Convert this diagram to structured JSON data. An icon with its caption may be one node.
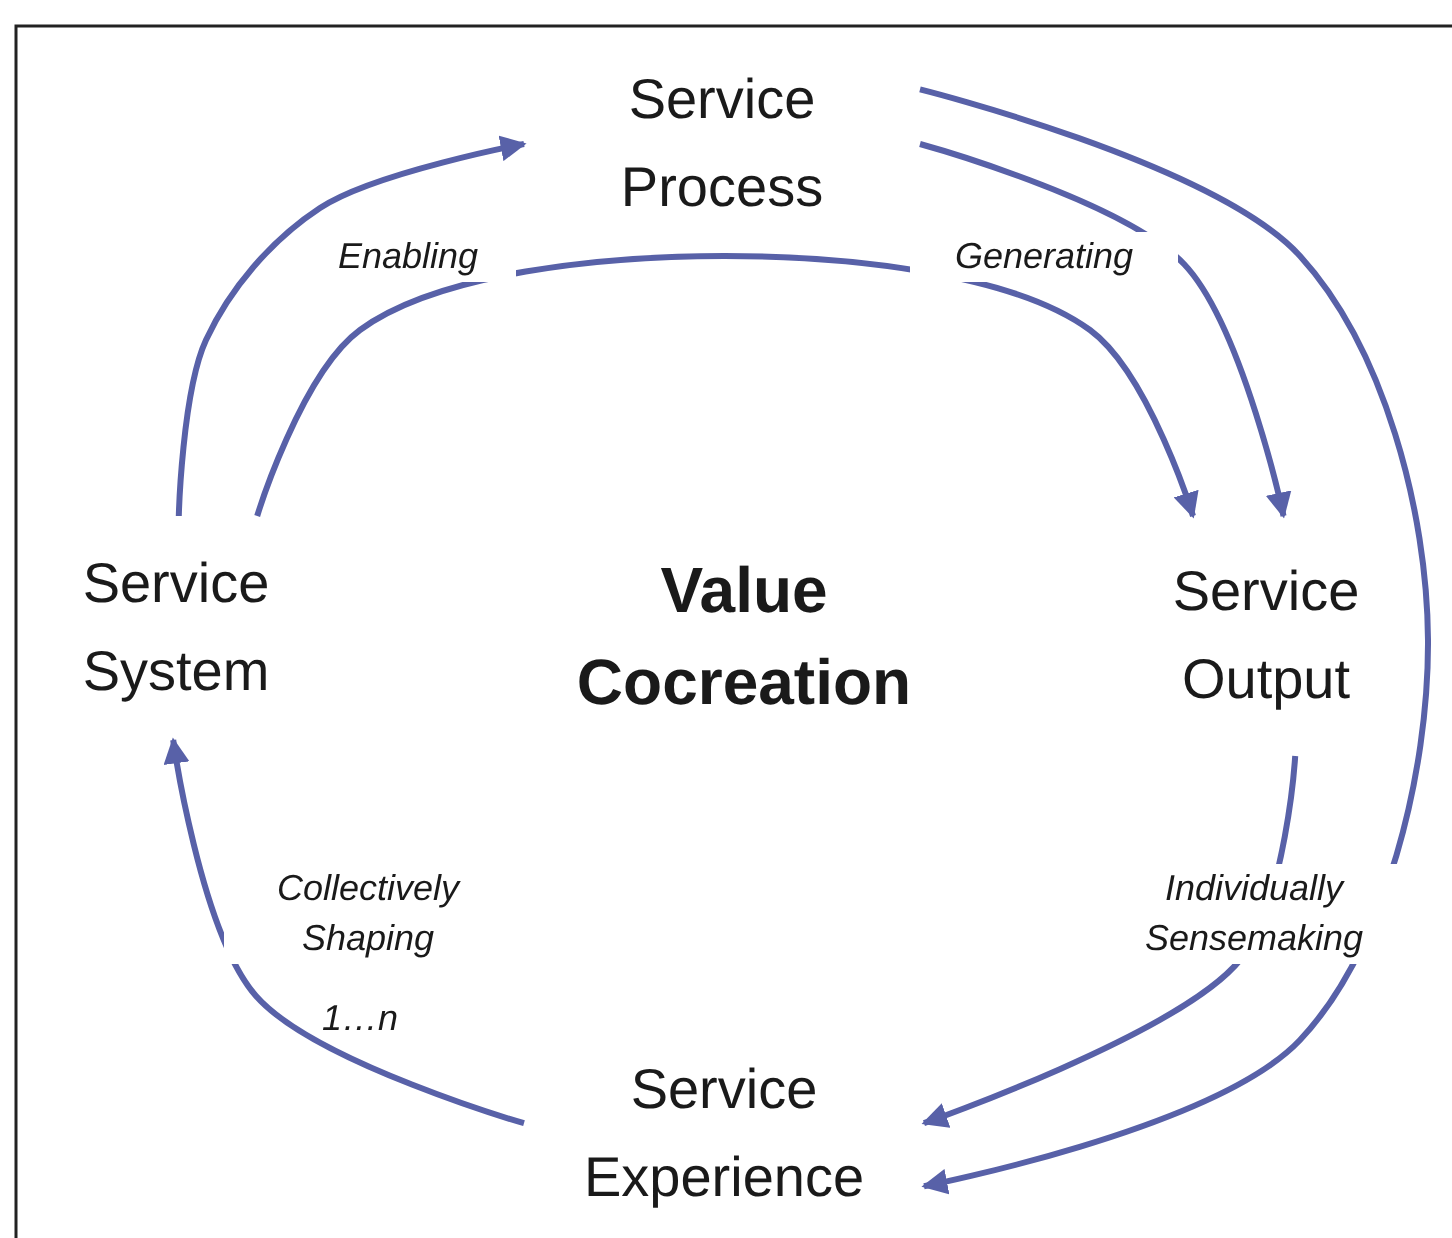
{
  "diagram": {
    "nodes": [
      {
        "text": [
          "Service Process"
        ]
      },
      {
        "text": [
          "Service System"
        ]
      },
      {
        "text": [
          "Service Output"
        ]
      },
      {
        "text": [
          "Service Experience"
        ]
      }
    ],
    "edges": [
      {
        "from": 1,
        "to": 0,
        "arrow": "to",
        "label": "Enabling"
      },
      {
        "from": 1,
        "to": 2,
        "arrow": "to"
      },
      {
        "from": 0,
        "to": 2,
        "arrow": "to",
        "label": "Generating"
      },
      {
        "from": 0,
        "to": 3,
        "arrow": "to"
      },
      {
        "from": 2,
        "to": 3,
        "arrow": "to",
        "label": "Individually Sensemaking"
      },
      {
        "from": 3,
        "to": 1,
        "arrow": "to",
        "label": "Collectively Shaping"
      }
    ],
    "labels": [
      "Value Cocreation",
      "1…n"
    ]
  }
}
